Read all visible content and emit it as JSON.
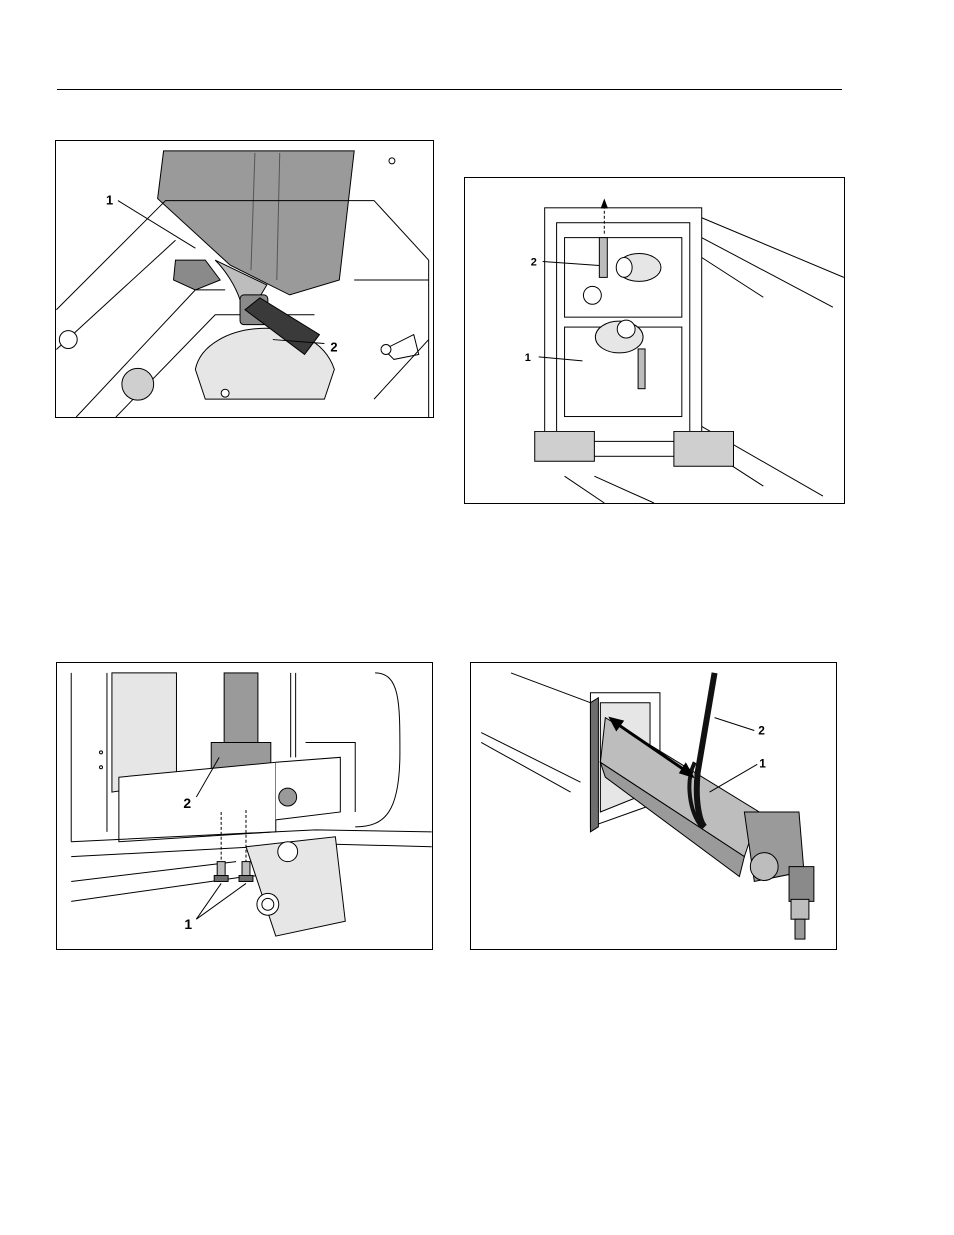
{
  "figures": [
    {
      "id": "fig1",
      "callouts": [
        "1",
        "2"
      ]
    },
    {
      "id": "fig2",
      "callouts": [
        "2",
        "1"
      ]
    },
    {
      "id": "fig3",
      "callouts": [
        "2",
        "1"
      ]
    },
    {
      "id": "fig4",
      "callouts": [
        "2",
        "1"
      ]
    }
  ],
  "colors": {
    "line": "#000000",
    "shade": "#9a9a9a",
    "dark_shade": "#6e6e6e",
    "light_shade": "#cfcfcf"
  }
}
